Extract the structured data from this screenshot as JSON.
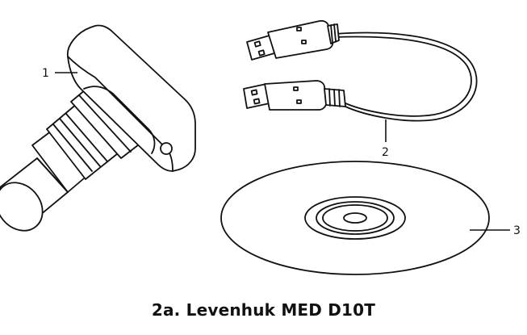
{
  "figure": {
    "callouts": [
      "1",
      "2",
      "3"
    ],
    "caption": "2a. Levenhuk MED D10T"
  },
  "parts": {
    "camera": "camera-icon",
    "cable": "usb-cable-icon",
    "disc": "cd-disc-icon"
  },
  "colors": {
    "ink": "#111111",
    "background": "#ffffff"
  }
}
